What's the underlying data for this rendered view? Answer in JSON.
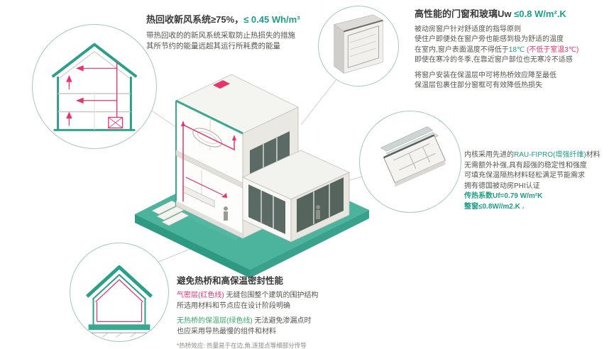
{
  "colors": {
    "teal_accent": "#1d9e86",
    "red_accent": "#e8336d",
    "green_accent": "#3aa76d",
    "platform_teal": "#4cb39d",
    "body_text": "#555550"
  },
  "icons": {
    "center": "isometric-passive-house-illustration",
    "top_left": "house-cross-section-ventilation-illustration",
    "top_right": "window-corner-detail-illustration",
    "right": "window-frame-profile-illustration",
    "bottom_left": "thermal-envelope-house-illustration"
  },
  "tl": {
    "title_main": "热回收新风系统≥75%，",
    "title_accent": "≤ 0.45 Wh/m³",
    "body": [
      "带热回收的的新风系统采取防止热损失的措施",
      "其所节约的能量远超其运行所耗费的能量"
    ]
  },
  "tr": {
    "title_main": "高性能的门窗和玻璃Uw ",
    "title_accent": "≤0.8 W/m².K",
    "p1": [
      "被动房窗户针对舒适度的指导原则",
      "使住户即便处在窗户旁也能感到极为舒适的温度"
    ],
    "temp": {
      "pre": "在室内,窗户表面温度不得低于",
      "teal": "18℃",
      "red": " (不低于室温3℃)"
    },
    "p2": "即使在寒冷的冬季,在靠近窗户部位也无寒冷不适感",
    "p3": [
      "将窗户安装在保温层中可将热桥效应降至最低",
      "保温层包裹住部分窗框可有效降低热损失"
    ]
  },
  "mr": {
    "l1_pre": "内核采用先进的",
    "l1_accent": "RAU-FIPRO(增强纤维)",
    "l1_post": "材料",
    "body": [
      "无需额外补强,具有超强的稳定性和强度",
      "可填充保温隔热材料轻松满足节能需求",
      "拥有德国被动房PHI认证"
    ],
    "stat1": "传热系数Uf=0.79 W/m²K",
    "stat2": "整窗≤0.8W//m2.K ."
  },
  "bl": {
    "title": "避免热桥和高保温密封性能",
    "red_label": "气密层(红色线)",
    "red_rest": " 无缝包围整个建筑的围护结构",
    "line2": "所选用材料和节点应在设计阶段明确",
    "green_label": "无热桥的保温层(绿色线)",
    "green_rest": " 无法避免渗漏点时",
    "line4": "也应采用导热最慢的组件和材料",
    "footnote": "*热桥效应: 热量易于在边,角,连接点等细部分传导"
  }
}
